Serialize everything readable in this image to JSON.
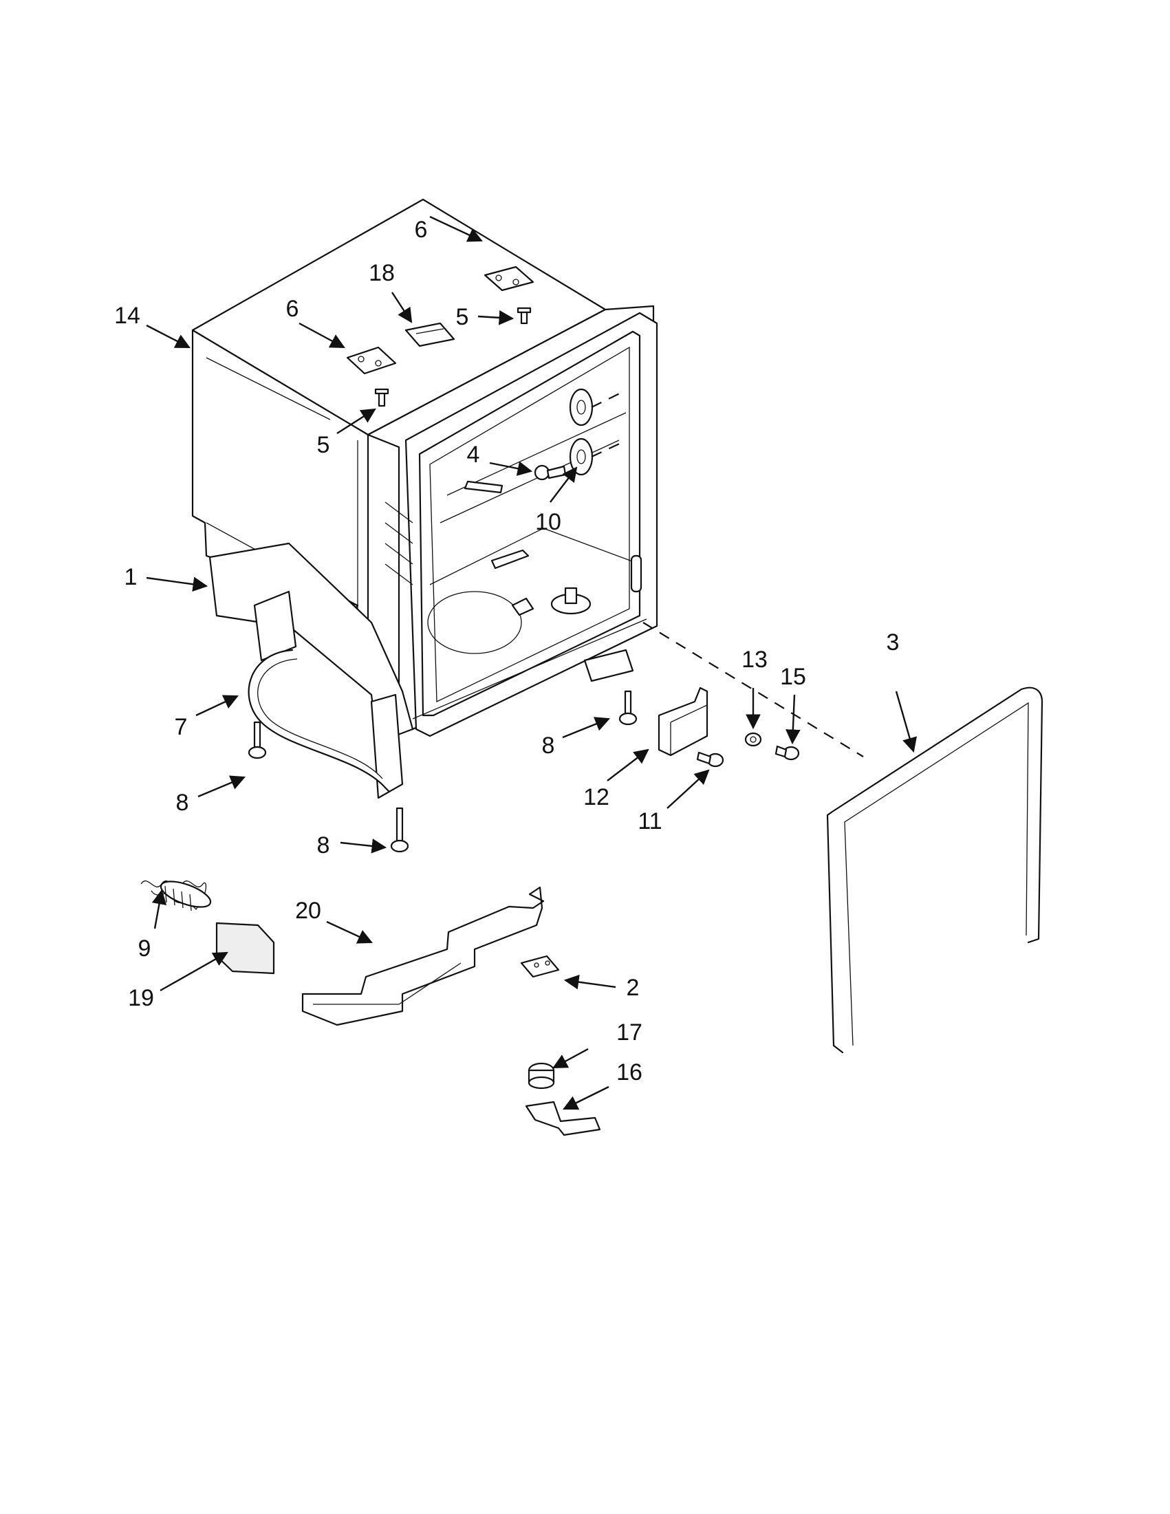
{
  "callouts": [
    {
      "id": "c1",
      "label": "1"
    },
    {
      "id": "c2",
      "label": "2"
    },
    {
      "id": "c3",
      "label": "3"
    },
    {
      "id": "c4",
      "label": "4"
    },
    {
      "id": "c5a",
      "label": "5"
    },
    {
      "id": "c5b",
      "label": "5"
    },
    {
      "id": "c6a",
      "label": "6"
    },
    {
      "id": "c6b",
      "label": "6"
    },
    {
      "id": "c7",
      "label": "7"
    },
    {
      "id": "c8a",
      "label": "8"
    },
    {
      "id": "c8b",
      "label": "8"
    },
    {
      "id": "c8c",
      "label": "8"
    },
    {
      "id": "c9",
      "label": "9"
    },
    {
      "id": "c10",
      "label": "10"
    },
    {
      "id": "c11",
      "label": "11"
    },
    {
      "id": "c12",
      "label": "12"
    },
    {
      "id": "c13",
      "label": "13"
    },
    {
      "id": "c14",
      "label": "14"
    },
    {
      "id": "c15",
      "label": "15"
    },
    {
      "id": "c16",
      "label": "16"
    },
    {
      "id": "c17",
      "label": "17"
    },
    {
      "id": "c18",
      "label": "18"
    },
    {
      "id": "c19",
      "label": "19"
    },
    {
      "id": "c20",
      "label": "20"
    }
  ],
  "colors": {
    "line": "#111111",
    "background": "#ffffff"
  }
}
